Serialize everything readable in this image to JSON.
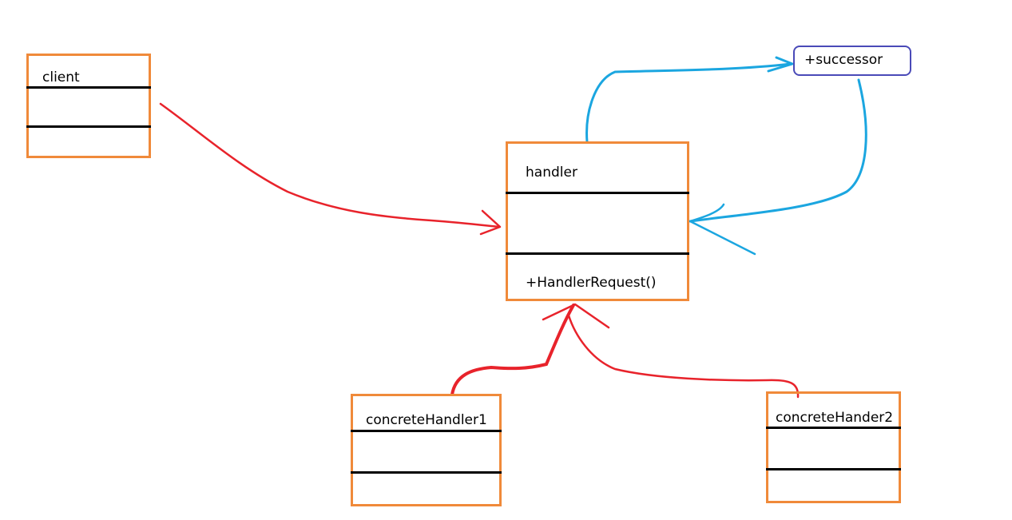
{
  "colors": {
    "box_border": "#f08a3a",
    "divider": "#000000",
    "red_arrow": "#e8232b",
    "blue_arrow": "#1ba6e0",
    "successor_border": "#4a4ab8"
  },
  "classes": {
    "client": {
      "name": "client"
    },
    "handler": {
      "name": "handler",
      "method": "+HandlerRequest()"
    },
    "concrete1": {
      "name": "concreteHandler1"
    },
    "concrete2": {
      "name": "concreteHander2"
    }
  },
  "successor": {
    "label": "+successor"
  }
}
